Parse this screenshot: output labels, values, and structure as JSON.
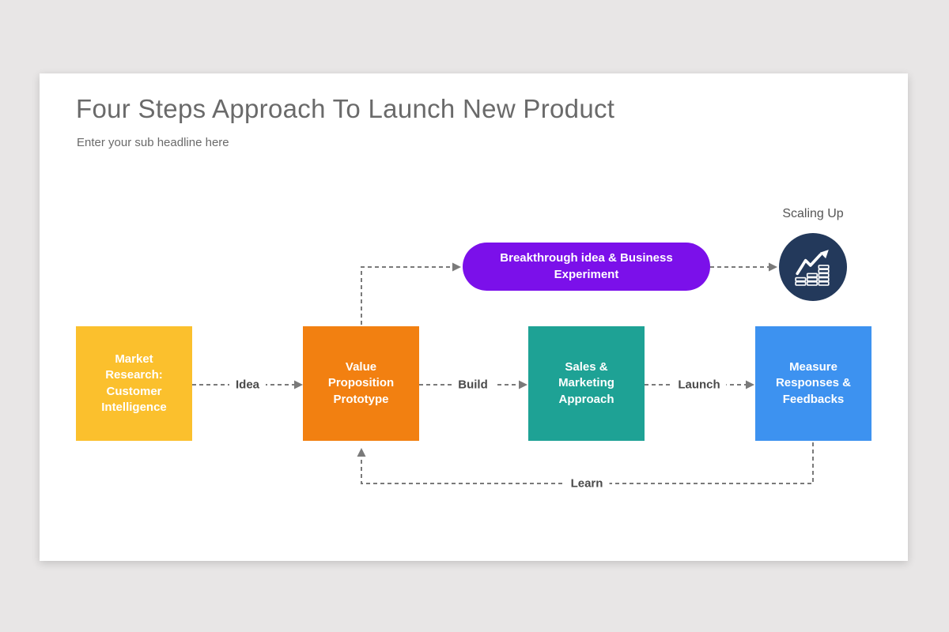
{
  "page": {
    "title": "Four Steps Approach To Launch New Product",
    "subtitle": "Enter your sub headline here"
  },
  "steps": [
    {
      "id": "market-research",
      "title": "Market Research: Customer Intelligence",
      "color": "#FBC02D"
    },
    {
      "id": "value-proposition",
      "title": "Value Proposition Prototype",
      "color": "#F28011"
    },
    {
      "id": "sales-marketing",
      "title": "Sales & Marketing Approach",
      "color": "#1EA295"
    },
    {
      "id": "measure-responses",
      "title": "Measure Responses & Feedbacks",
      "color": "#3D92F0"
    }
  ],
  "connectors": {
    "idea": "Idea",
    "build": "Build",
    "launch": "Launch",
    "learn": "Learn"
  },
  "breakthrough": {
    "label": "Breakthrough idea & Business Experiment",
    "color": "#7B10EA"
  },
  "scaling_up": {
    "label": "Scaling Up",
    "color": "#23395B",
    "icon": "growth-trend-coins-icon"
  }
}
